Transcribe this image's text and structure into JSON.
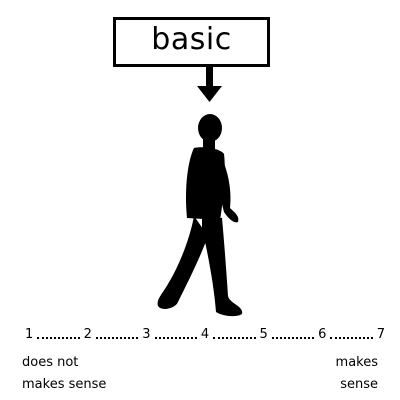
{
  "prompt": {
    "word": "basic"
  },
  "scale": {
    "points": [
      "1",
      "2",
      "3",
      "4",
      "5",
      "6",
      "7"
    ],
    "left_anchor": {
      "line1": "does not",
      "line2": "makes sense"
    },
    "right_anchor": {
      "line1": "makes",
      "line2": "sense"
    }
  }
}
